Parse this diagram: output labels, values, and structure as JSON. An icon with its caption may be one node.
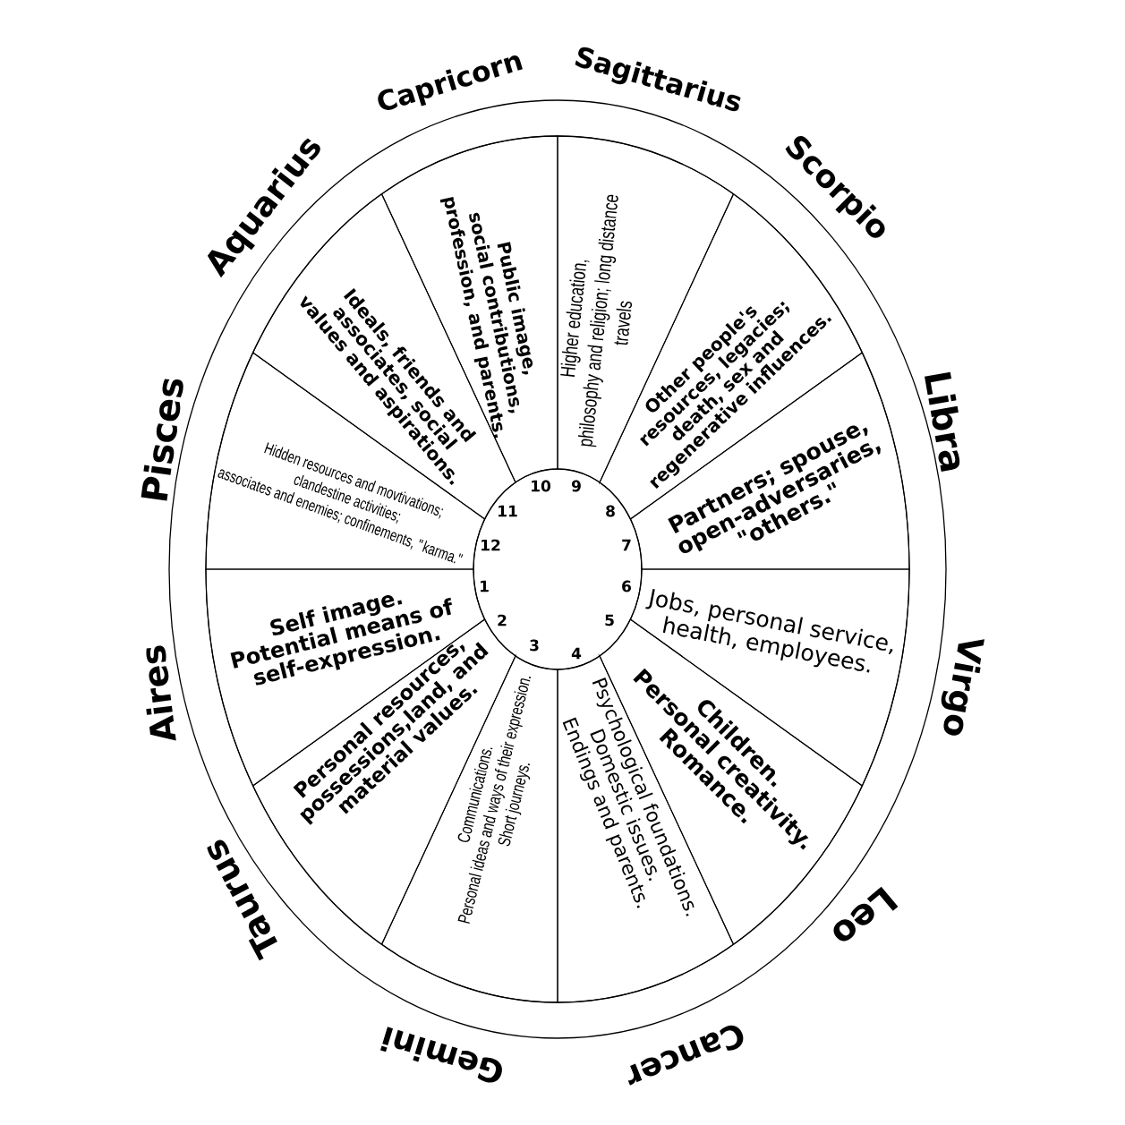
{
  "diagram": {
    "nodes": [
      {
        "text": [
          "Self image. Potential means of self-expression."
        ]
      },
      {
        "text": [
          "Personal resources, possessions,land, and material values."
        ]
      },
      {
        "text": [
          "Communications. Personal ideas and ways of their expression. Short journeys."
        ]
      },
      {
        "text": [
          "Psychological foundations. Domestic issues. Endings and parents."
        ]
      },
      {
        "text": [
          "Children. Personal creativity. Romance."
        ]
      },
      {
        "text": [
          "Jobs, personal service, health, employees."
        ]
      },
      {
        "text": [
          "Partners; spouse, open-adversaries, \"others.\""
        ]
      },
      {
        "text": [
          "Other people's resources, legacies; death, sex and regenerative influences."
        ]
      },
      {
        "text": [
          "Higher education, philosophy and religion; long distance travels"
        ]
      },
      {
        "text": [
          "Public image, social contributions, profession, and parents."
        ]
      },
      {
        "text": [
          "Ideals, friends and associates, social values and aspirations."
        ]
      },
      {
        "text": [
          "Hidden resources and movtivations; clandestine activities; associates and enemies; confinements, \"karma.\""
        ]
      },
      {
        "text": [
          "1",
          "2",
          "3",
          "4",
          "5",
          "6",
          "7",
          "8",
          "9",
          "10",
          "11",
          "12"
        ]
      }
    ],
    "labels": [
      "Aires",
      "Taurus",
      "Gemini",
      "Cancer",
      "Leo",
      "Virgo",
      "Libra",
      "Scorpio",
      "Sagittarius",
      "Capricorn",
      "Aquarius",
      "Pisces"
    ]
  }
}
